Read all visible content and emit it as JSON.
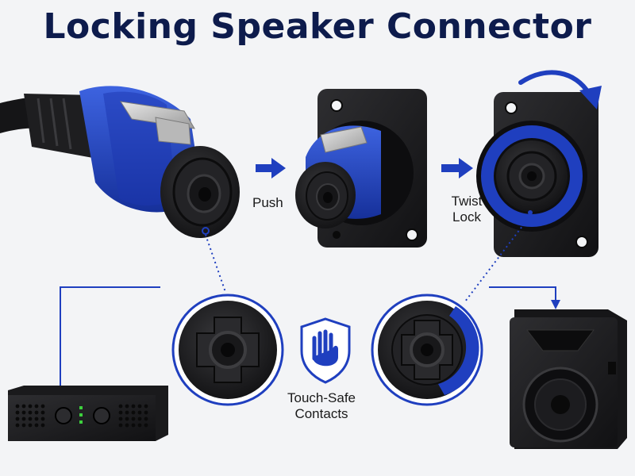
{
  "title": "Locking Speaker Connector",
  "steps": {
    "push": "Push",
    "twist_line1": "Twist",
    "twist_line2": "Lock"
  },
  "feature": {
    "line1": "Touch-Safe",
    "line2": "Contacts",
    "icon": "hand-shield-icon"
  },
  "colors": {
    "accent_blue": "#1f3fbf",
    "navy": "#0d1b4c",
    "body_black": "#1c1c1e",
    "background": "#f3f4f6"
  }
}
